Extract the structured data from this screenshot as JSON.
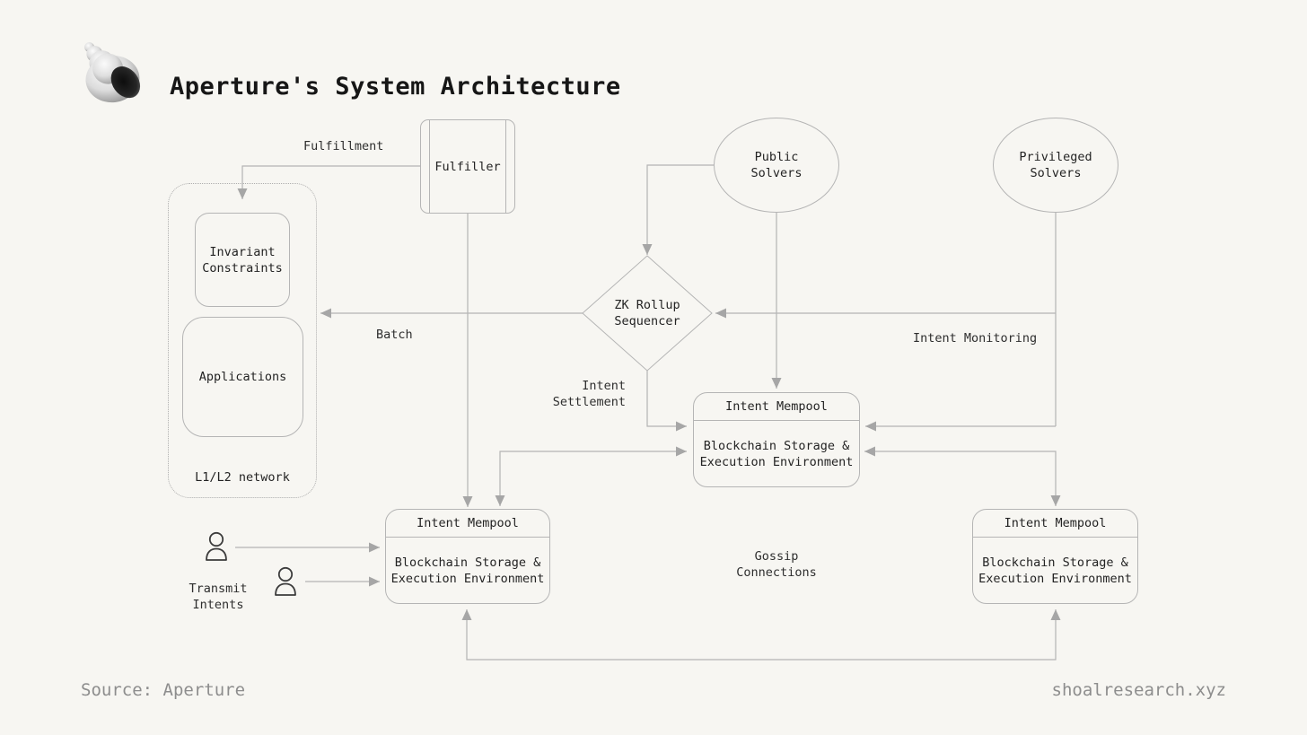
{
  "page": {
    "title": "Aperture's System Architecture",
    "footer": {
      "source": "Source: Aperture",
      "website": "shoalresearch.xyz"
    }
  },
  "colors": {
    "background": "#f7f6f2",
    "line": "#b4b4b4",
    "arrowhead": "#a6a6a6",
    "node_border": "#b5b5b5",
    "text": "#232323",
    "muted_text": "#8d8d8d"
  },
  "icons": {
    "logo": "shell-icon",
    "user": "user-icon"
  },
  "nodes": {
    "fulfiller": {
      "label": "Fulfiller"
    },
    "l1l2_network": {
      "label": "L1/L2 network"
    },
    "invariant_constraints": {
      "label": "Invariant\nConstraints"
    },
    "applications": {
      "label": "Applications"
    },
    "public_solvers": {
      "label": "Public\nSolvers"
    },
    "privileged_solvers": {
      "label": "Privileged\nSolvers"
    },
    "zk_rollup_sequencer": {
      "label": "ZK Rollup\nSequencer"
    },
    "intent_mempool_left": {
      "title": "Intent Mempool",
      "body": "Blockchain Storage &\nExecution Environment"
    },
    "intent_mempool_center": {
      "title": "Intent Mempool",
      "body": "Blockchain Storage &\nExecution Environment"
    },
    "intent_mempool_right": {
      "title": "Intent Mempool",
      "body": "Blockchain Storage &\nExecution Environment"
    }
  },
  "edges": {
    "fulfillment": {
      "label": "Fulfillment"
    },
    "batch": {
      "label": "Batch"
    },
    "intent_settlement": {
      "label": "Intent\nSettlement"
    },
    "intent_monitoring": {
      "label": "Intent Monitoring"
    },
    "gossip_connections": {
      "label": "Gossip\nConnections"
    },
    "transmit_intents": {
      "label": "Transmit\nIntents"
    }
  }
}
